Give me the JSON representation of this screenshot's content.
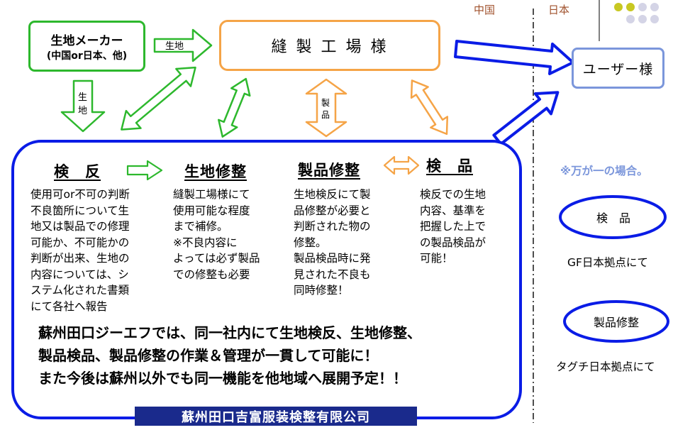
{
  "top_labels": {
    "china": "中国",
    "japan": "日本"
  },
  "nodes": {
    "fabric_maker": {
      "line1": "生地メーカー",
      "line2": "(中国or日本、他)"
    },
    "sewing_factory": "縫 製 工 場 様",
    "user": "ユーザー様"
  },
  "arrow_labels": {
    "fabric_h": "生地",
    "fabric_v1": "生",
    "fabric_v2": "地",
    "product_v1": "製",
    "product_v2": "品"
  },
  "process": {
    "steps": [
      {
        "title": "検　反",
        "body": "使用可or不可の判断\n不良箇所について生\n地又は製品での修理\n可能か、不可能かの\n判断が出来、生地の\n内容については、シ\nステム化された書類\nにて各社へ報告"
      },
      {
        "title": "生地修整",
        "body": "縫製工場様にて\n使用可能な程度\nまで補修。\n※不良内容に\nよっては必ず製品\nでの修整も必要"
      },
      {
        "title": "製品修整",
        "body": "生地検反にて製\n品修整が必要と\n判断された物の\n修整。\n製品検品時に発\n見された不良も\n同時修整！"
      },
      {
        "title": "検　品",
        "body": "検反での生地\n内容、基準を\n把握した上で\nの製品検品が\n可能！"
      }
    ],
    "summary": "蘇州田口ジーエフでは、同一社内にて生地検反、生地修整、\n製品検品、製品修整の作業＆管理が一貫して可能に！\nまた今後は蘇州以外でも同一機能を他地域へ展開予定！！",
    "company": "蘇州田口吉富服装検整有限公司"
  },
  "japan_side": {
    "note": "※万が一の場合。",
    "inspection_label": "検　品",
    "inspection_site": "GF日本拠点にて",
    "repair_label": "製品修整",
    "repair_site": "タグチ日本拠点にて"
  },
  "colors": {
    "green": "#2db82d",
    "orange": "#f5a447",
    "blue": "#0a1ce6",
    "light_blue": "#7b96db",
    "navy": "#1a2a8c",
    "olive": "#c8c822",
    "lavender": "#d4d4e6",
    "brown": "#a0522d"
  }
}
